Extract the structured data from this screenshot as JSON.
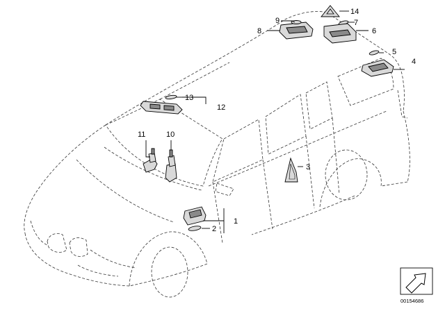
{
  "diagram": {
    "callouts": [
      {
        "id": "1",
        "label": "1"
      },
      {
        "id": "2",
        "label": "2"
      },
      {
        "id": "3",
        "label": "3"
      },
      {
        "id": "4",
        "label": "4"
      },
      {
        "id": "5",
        "label": "5"
      },
      {
        "id": "6",
        "label": "6"
      },
      {
        "id": "7",
        "label": "7"
      },
      {
        "id": "8",
        "label": "8"
      },
      {
        "id": "9",
        "label": "9"
      },
      {
        "id": "10",
        "label": "10"
      },
      {
        "id": "11",
        "label": "11"
      },
      {
        "id": "12",
        "label": "12"
      },
      {
        "id": "13",
        "label": "13"
      },
      {
        "id": "14",
        "label": "14"
      }
    ],
    "document_id": "00154686"
  },
  "colors": {
    "ink": "#000000",
    "part_fill": "#d9d9d9",
    "part_dark": "#8a8a8a"
  }
}
